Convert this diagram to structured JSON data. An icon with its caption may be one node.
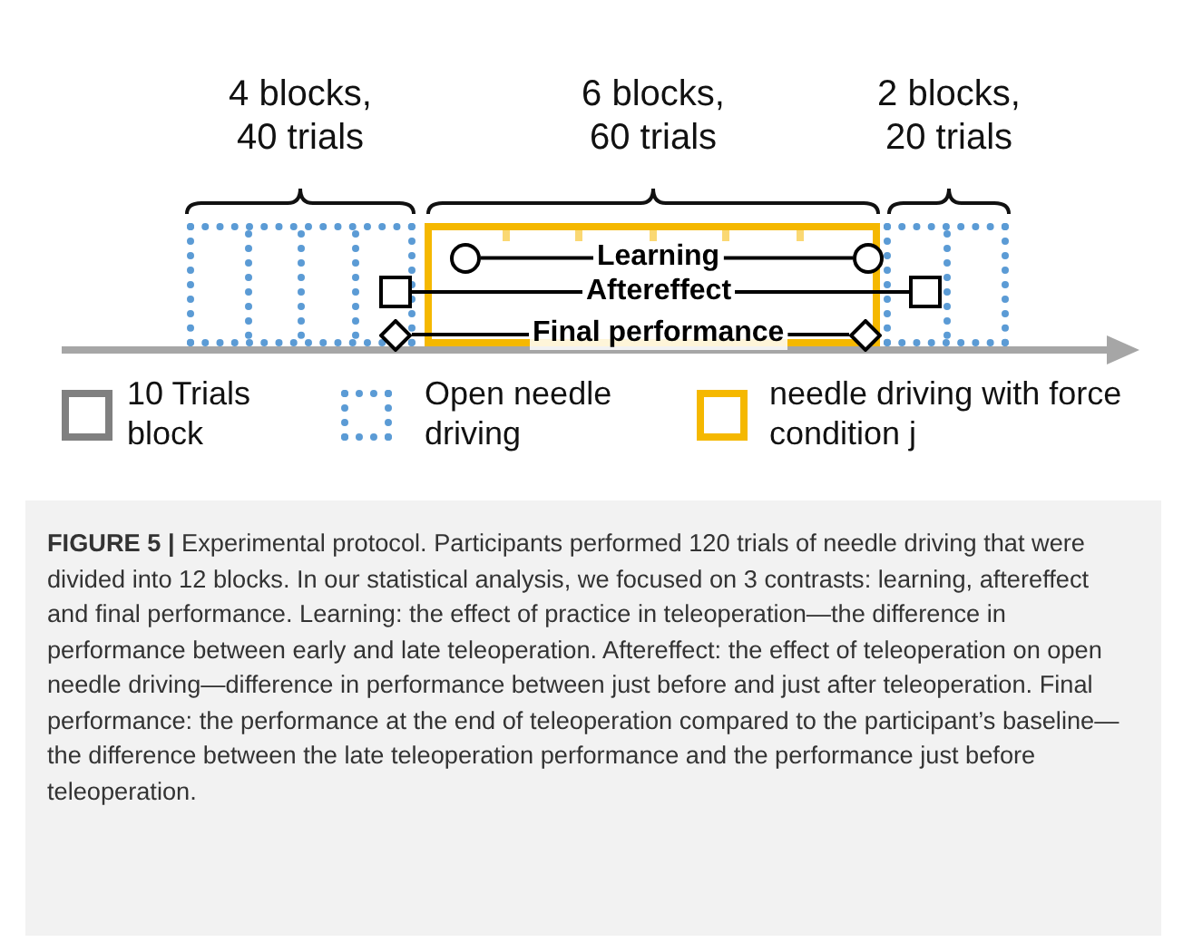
{
  "diagram": {
    "caption": "**FIGURE 5 |** Experimental protocol. Participants performed 120 trials of needle driving that were divided into 12 blocks. In our statistical analysis, we focused on 3 contrasts: learning, aftereffect and final performance. Learning: the effect of practice in teleoperation—the difference in performance between early and late teleoperation. Aftereffect: the effect of teleoperation on open needle driving—difference in performance between just before and just after teleoperation. Final performance: the performance at the end of teleoperation compared to the participant’s baseline—the difference between the late teleoperation performance and the performance just before teleoperation.",
    "nodes": [
      {
        "text": [],
        "shape": "box"
      },
      {
        "text": [],
        "shape": "box"
      },
      {
        "text": [],
        "shape": "box"
      },
      {
        "text": [],
        "shape": "circle",
        "in": 1
      },
      {
        "text": [
          "Learning"
        ],
        "in": 1
      },
      {
        "text": [],
        "shape": "circle",
        "in": 1
      },
      {
        "text": [],
        "shape": "box",
        "in": 0
      },
      {
        "text": [
          "Aftereffect"
        ],
        "in": 1
      },
      {
        "text": [],
        "shape": "box",
        "in": 2
      },
      {
        "text": [],
        "shape": "diamond",
        "in": 0
      },
      {
        "text": [
          "Final performance"
        ],
        "in": 1
      },
      {
        "text": [],
        "shape": "diamond",
        "in": 1
      }
    ],
    "edges": [
      {
        "from": 3,
        "to": 4,
        "arrow": "none"
      },
      {
        "from": 4,
        "to": 5,
        "arrow": "none"
      },
      {
        "from": 6,
        "to": 7,
        "arrow": "none"
      },
      {
        "from": 7,
        "to": 8,
        "arrow": "none"
      },
      {
        "from": 9,
        "to": 10,
        "arrow": "none"
      },
      {
        "from": 10,
        "to": 11,
        "arrow": "none"
      }
    ],
    "labels": [
      "4 blocks, 40 trials",
      "6 blocks, 60 trials",
      "2 blocks, 20 trials"
    ],
    "legend": [
      {
        "text": "10 Trials block"
      },
      {
        "text": "Open needle driving"
      },
      {
        "text": "needle driving with force condition j"
      }
    ]
  }
}
